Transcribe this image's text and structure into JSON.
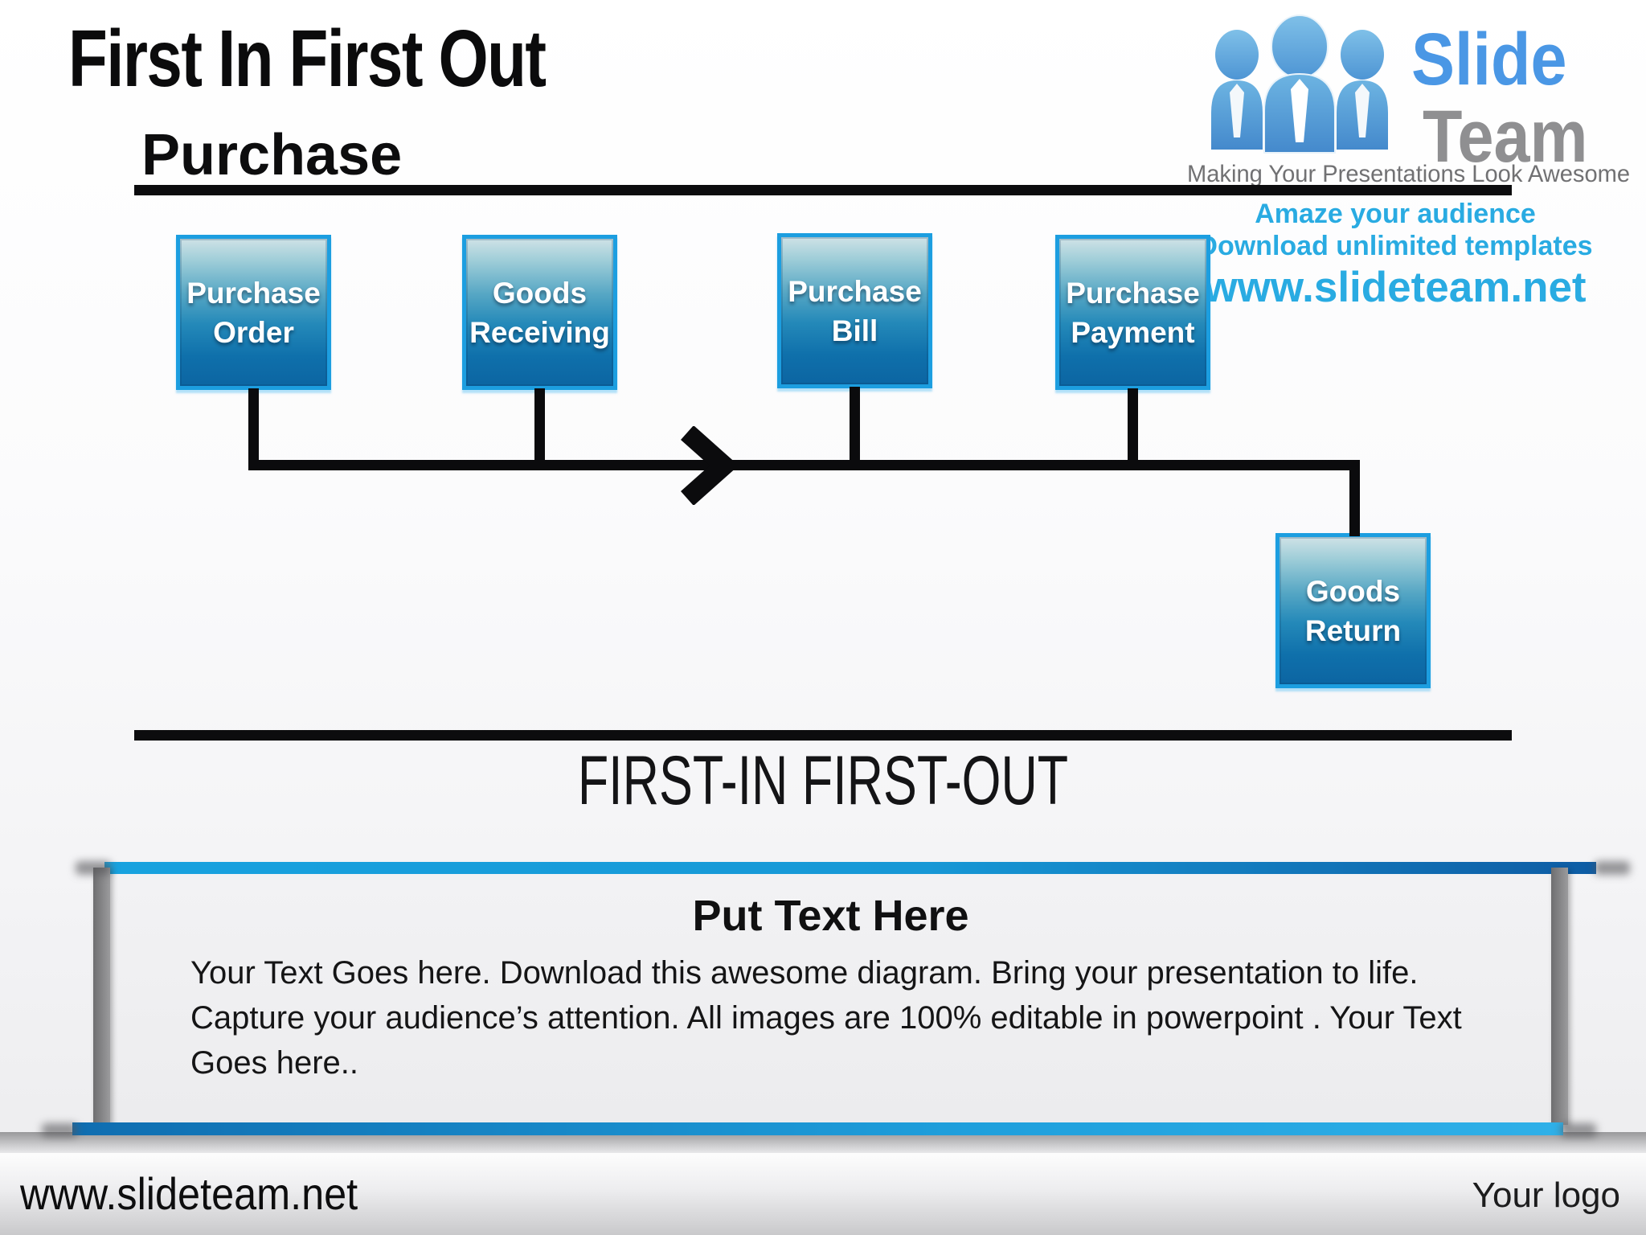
{
  "slide": {
    "title": "First In First Out",
    "section_heading": "Purchase",
    "boxes": [
      {
        "label": "Purchase Order"
      },
      {
        "label": "Goods Receiving"
      },
      {
        "label": "Purchase Bill"
      },
      {
        "label": "Purchase Payment"
      },
      {
        "label": "Goods Return"
      }
    ],
    "fifo_caption": "FIRST-IN FIRST-OUT",
    "textbox": {
      "title": "Put Text Here",
      "body": "Your Text Goes here. Download this awesome diagram. Bring your presentation to life. Capture your audience’s attention. All images are 100% editable in powerpoint . Your Text Goes here.."
    },
    "footer": {
      "website": "www.slideteam.net",
      "logo_placeholder": "Your logo"
    }
  },
  "branding": {
    "logo_word_1": "Slide",
    "logo_word_2": "Team",
    "tagline": "Making Your Presentations Look Awesome",
    "promo_line_1": "Amaze your audience",
    "promo_line_2": "Download unlimited templates",
    "promo_url": "www.slideteam.net",
    "people_icon": "slideteam-people-icon"
  },
  "colors": {
    "box_border": "#1C9EE0",
    "box_gradient_top": "#CFE2E6",
    "box_gradient_bottom": "#0C65A2",
    "connector_black": "#0B0B0D",
    "promo_blue": "#29ABE2",
    "logo_slide_blue": "#4A97E5",
    "logo_team_gray": "#8F8F91",
    "frame_top_bar_left": "#18A2DF",
    "frame_top_bar_right": "#0E5CA4",
    "frame_bottom_bar_left": "#0F6DB0",
    "frame_bottom_bar_right": "#2FB0E8",
    "frame_interior": "#EDEDEF"
  }
}
